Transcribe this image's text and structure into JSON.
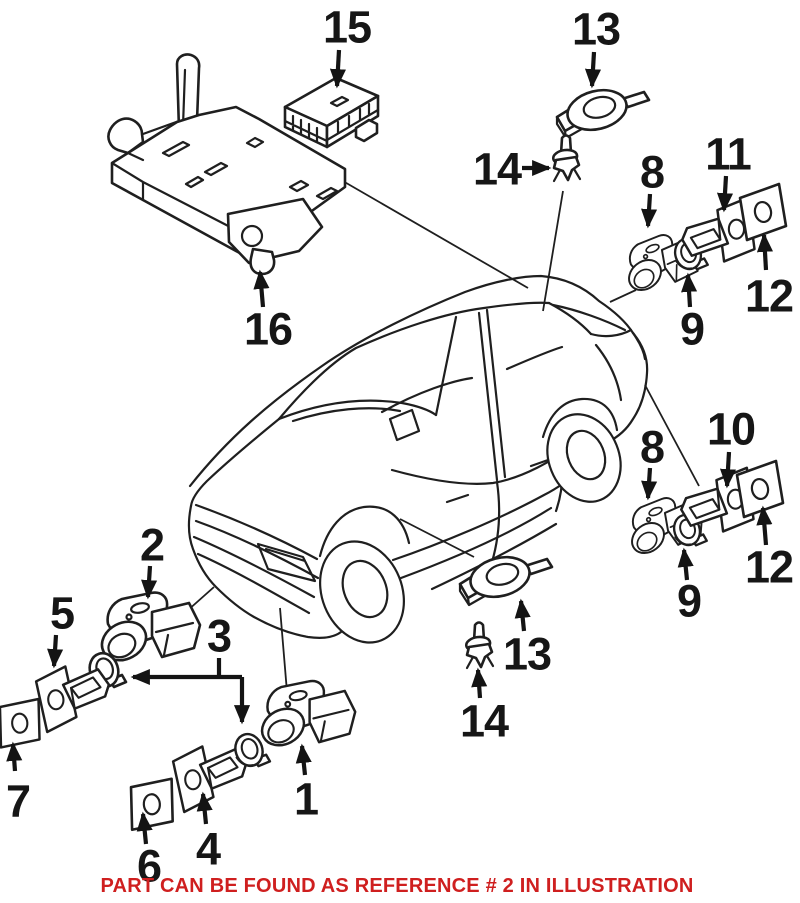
{
  "caption": {
    "text": "PART CAN BE FOUND AS REFERENCE # 2 IN ILLUSTRATION",
    "color": "#cf1f1f"
  },
  "colors": {
    "line": "#1f1f1f",
    "background": "#ffffff"
  },
  "labels": [
    {
      "id": "label-15",
      "text": "15"
    },
    {
      "id": "label-13-top",
      "text": "13"
    },
    {
      "id": "label-14-top",
      "text": "14"
    },
    {
      "id": "label-8-top",
      "text": "8"
    },
    {
      "id": "label-11",
      "text": "11"
    },
    {
      "id": "label-12-top",
      "text": "12"
    },
    {
      "id": "label-9-top",
      "text": "9"
    },
    {
      "id": "label-16",
      "text": "16"
    },
    {
      "id": "label-8-rear",
      "text": "8"
    },
    {
      "id": "label-10",
      "text": "10"
    },
    {
      "id": "label-12-rear",
      "text": "12"
    },
    {
      "id": "label-9-rear",
      "text": "9"
    },
    {
      "id": "label-13-bottom",
      "text": "13"
    },
    {
      "id": "label-14-bottom",
      "text": "14"
    },
    {
      "id": "label-2",
      "text": "2"
    },
    {
      "id": "label-5",
      "text": "5"
    },
    {
      "id": "label-3",
      "text": "3"
    },
    {
      "id": "label-7",
      "text": "7"
    },
    {
      "id": "label-6",
      "text": "6"
    },
    {
      "id": "label-4",
      "text": "4"
    },
    {
      "id": "label-1",
      "text": "1"
    }
  ]
}
